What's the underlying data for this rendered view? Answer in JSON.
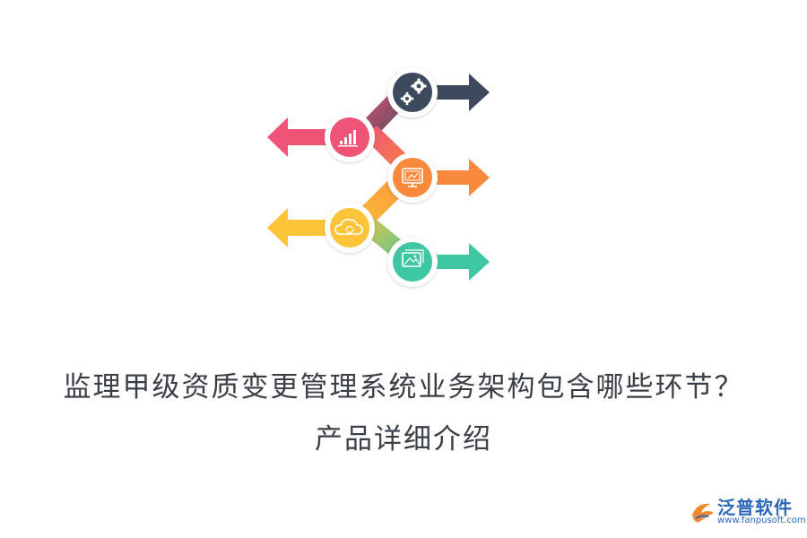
{
  "title": {
    "line1": "监理甲级资质变更管理系统业务架构包含哪些环节？",
    "line2": "产品详细介绍"
  },
  "logo": {
    "text": "泛普软件",
    "url": "www.fanpusoft.com"
  },
  "steps": [
    {
      "icon": "gears-icon",
      "color": "#3d4a5e",
      "arrow": "right"
    },
    {
      "icon": "bar-chart-icon",
      "color": "#ef5476",
      "arrow": "left"
    },
    {
      "icon": "presentation-icon",
      "color": "#f9893c",
      "arrow": "right"
    },
    {
      "icon": "cloud-sync-icon",
      "color": "#fbc439",
      "arrow": "left"
    },
    {
      "icon": "image-gallery-icon",
      "color": "#3fc6a2",
      "arrow": "right"
    }
  ]
}
